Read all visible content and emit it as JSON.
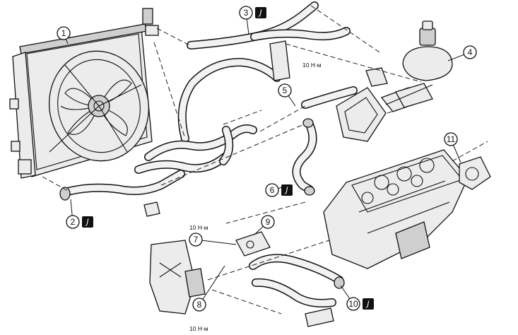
{
  "callouts": [
    {
      "id": "1",
      "label": "1"
    },
    {
      "id": "2",
      "label": "2"
    },
    {
      "id": "3",
      "label": "3"
    },
    {
      "id": "4",
      "label": "4"
    },
    {
      "id": "5",
      "label": "5"
    },
    {
      "id": "6",
      "label": "6"
    },
    {
      "id": "7",
      "label": "7"
    },
    {
      "id": "8",
      "label": "8"
    },
    {
      "id": "9",
      "label": "9"
    },
    {
      "id": "10",
      "label": "10"
    },
    {
      "id": "11",
      "label": "11"
    }
  ],
  "torque_labels": {
    "t1": "10 Н·м",
    "t2": "10 Н·м",
    "t3": "10 Н·м"
  },
  "badge_glyph": "J"
}
